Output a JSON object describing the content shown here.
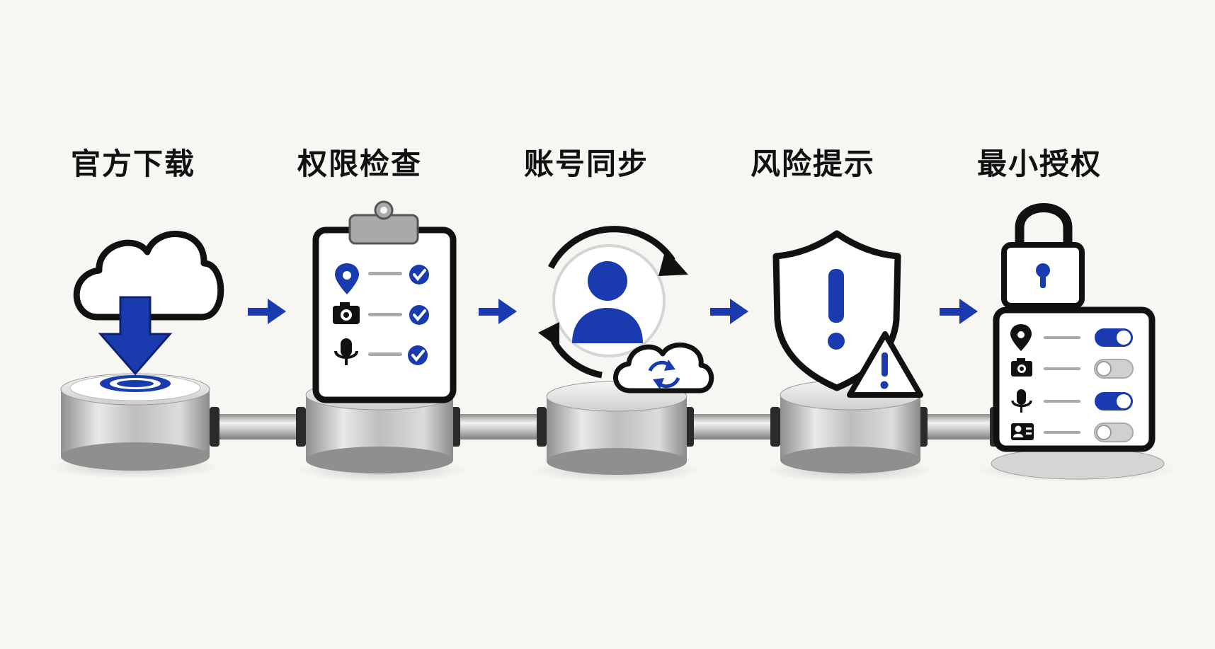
{
  "steps": [
    {
      "title": "官方下载",
      "icon": "cloud-download-icon"
    },
    {
      "title": "权限检查",
      "icon": "clipboard-checklist-icon"
    },
    {
      "title": "账号同步",
      "icon": "account-sync-icon"
    },
    {
      "title": "风险提示",
      "icon": "shield-warning-icon"
    },
    {
      "title": "最小授权",
      "icon": "lock-permissions-icon"
    }
  ],
  "flow_arrows": 4,
  "colors": {
    "accent_blue": "#1a3bb0",
    "outline": "#111111",
    "card_white": "#ffffff",
    "metal_light": "#e4e4e4",
    "metal_dark": "#9a9a9a",
    "background": "#f7f6f2"
  },
  "permission_list": {
    "rows": [
      {
        "icon": "location-pin-icon",
        "status": "checked"
      },
      {
        "icon": "camera-icon",
        "status": "checked"
      },
      {
        "icon": "microphone-icon",
        "status": "checked"
      }
    ]
  },
  "least_privilege_toggles": [
    {
      "icon": "location-pin-icon",
      "on": true
    },
    {
      "icon": "camera-icon",
      "on": false
    },
    {
      "icon": "microphone-icon",
      "on": true
    },
    {
      "icon": "contact-card-icon",
      "on": false
    }
  ]
}
